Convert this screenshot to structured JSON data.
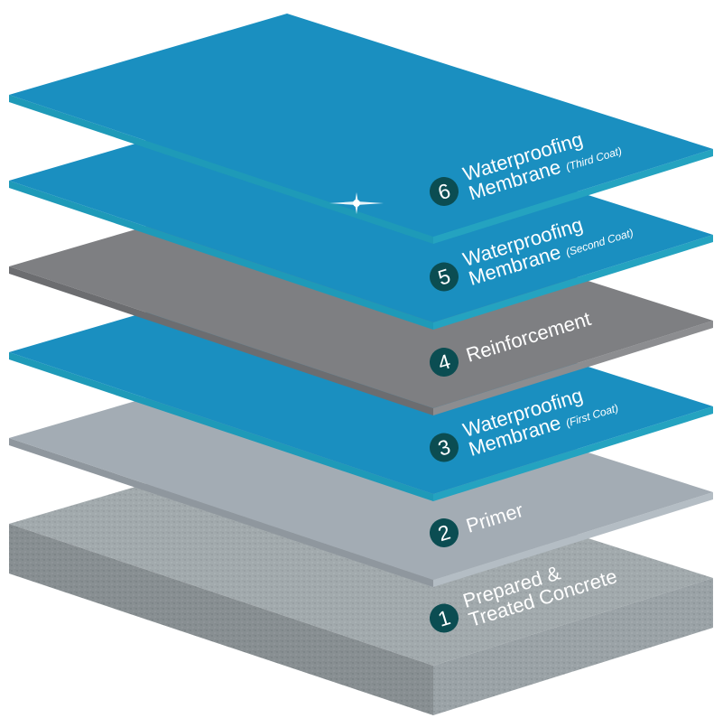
{
  "title": "Waterproofing layer system",
  "colors": {
    "membrane": "#1a8fc0",
    "membrane_edge": "#24a3c0",
    "reinforcement": "#7e7f82",
    "primer": "#a3acb4",
    "concrete": "#9aa2a6",
    "badge": "#0b4d52"
  },
  "layers": [
    {
      "number": "1",
      "line1": "Prepared &",
      "line2": "Treated Concrete",
      "note": "",
      "kind": "concrete"
    },
    {
      "number": "2",
      "line1": "Primer",
      "line2": "",
      "note": "",
      "kind": "primer"
    },
    {
      "number": "3",
      "line1": "Waterproofing",
      "line2": "Membrane",
      "note": "(First Coat)",
      "kind": "membrane"
    },
    {
      "number": "4",
      "line1": "Reinforcement",
      "line2": "",
      "note": "",
      "kind": "reinforcement"
    },
    {
      "number": "5",
      "line1": "Waterproofing",
      "line2": "Membrane",
      "note": "(Second Coat)",
      "kind": "membrane"
    },
    {
      "number": "6",
      "line1": "Waterproofing",
      "line2": "Membrane",
      "note": "(Third Coat)",
      "kind": "membrane"
    }
  ]
}
